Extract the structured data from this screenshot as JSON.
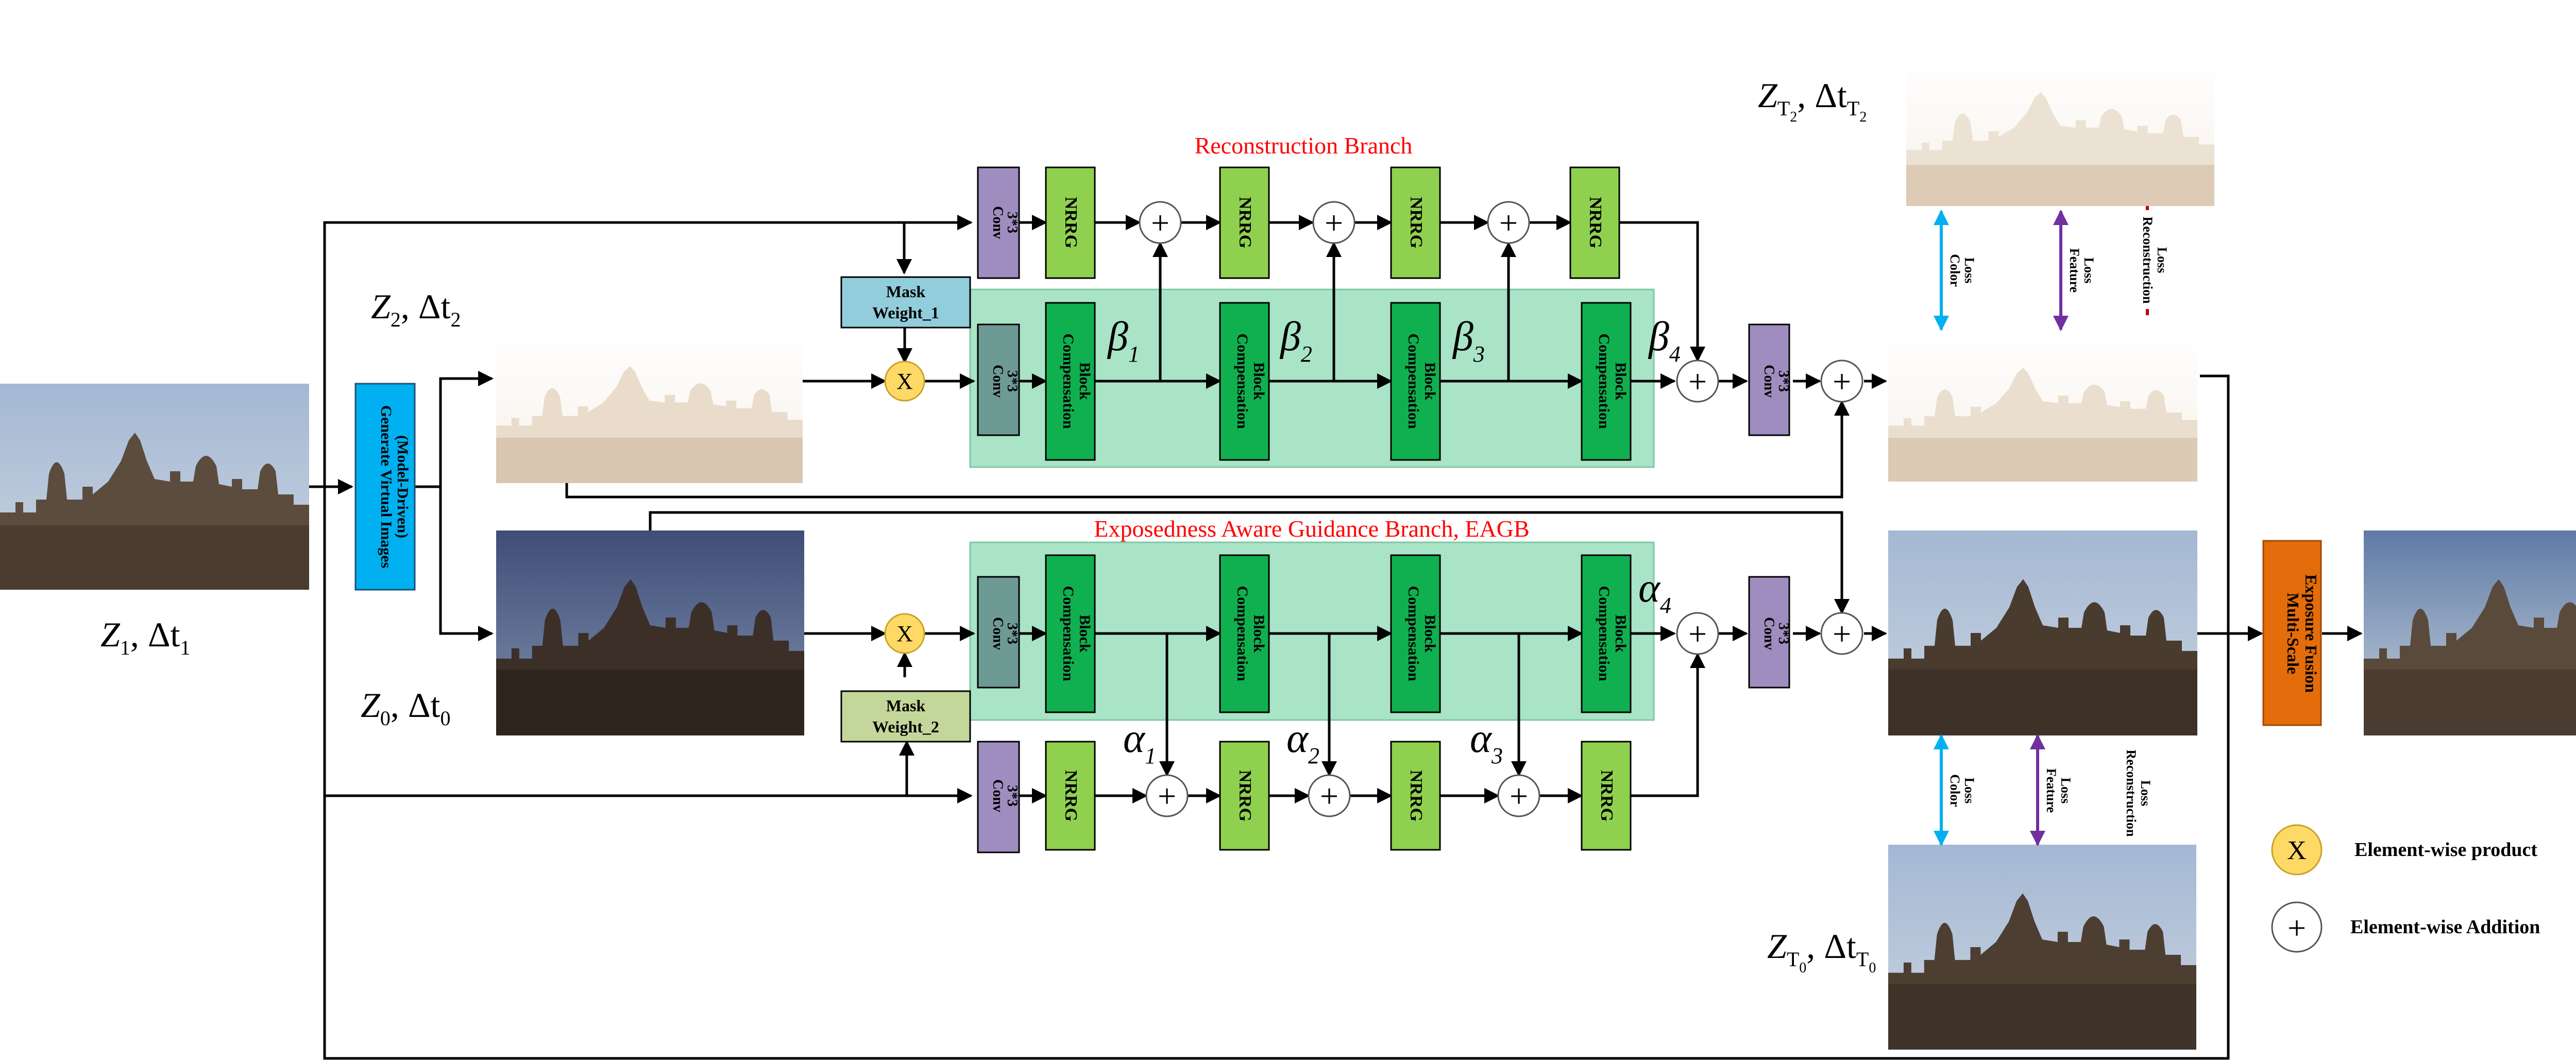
{
  "titles": {
    "reconstruction_branch": "Reconstruction Branch",
    "eagb_branch": "Exposedness Aware Guidance  Branch, EAGB"
  },
  "inputs": {
    "z1": {
      "main": "Z",
      "sub": "1",
      "mid": ", Δt",
      "sub2": "1"
    },
    "z2": {
      "main": "Z",
      "sub": "2",
      "mid": ", Δt",
      "sub2": "2"
    },
    "z0": {
      "main": "Z",
      "sub": "0",
      "mid": ", Δt",
      "sub2": "0"
    },
    "zt2": {
      "main": "Z",
      "sub": "T",
      "subsub": "2",
      "mid": ", Δt",
      "sub2": "T",
      "sub2sub": "2"
    },
    "zt0": {
      "main": "Z",
      "sub": "T",
      "subsub": "0",
      "mid": ", Δt",
      "sub2": "T",
      "sub2sub": "0"
    }
  },
  "blocks": {
    "generate": [
      "Generate Virtual Images",
      "(Model-Driven)"
    ],
    "mask1": [
      "Mask",
      "Weight_1"
    ],
    "mask2": [
      "Mask",
      "Weight_2"
    ],
    "conv": [
      "Conv",
      "3*3"
    ],
    "nrrg": "NRRG",
    "compensation": [
      "Compensation",
      "Block"
    ],
    "fusion": [
      "Multi-Scale",
      "Exposure Fusion"
    ]
  },
  "symbols": {
    "product": "X",
    "plus": "+",
    "beta": [
      "β",
      "1",
      "β",
      "2",
      "β",
      "3",
      "β",
      "4"
    ],
    "alpha": [
      "α",
      "1",
      "α",
      "2",
      "α",
      "3",
      "α",
      "4"
    ]
  },
  "losses": {
    "color": [
      "Color",
      "Loss"
    ],
    "feature": [
      "Feature",
      "Loss"
    ],
    "reconstruction": [
      "Reconstruction",
      "Loss"
    ]
  },
  "legend": {
    "product": "Element-wise product",
    "addition": "Element-wise Addition"
  },
  "colors": {
    "conv": "#a08dbf",
    "conv_teal": "#6e9a94",
    "nrrg": "#8fd14f",
    "compensation": "#10b050",
    "panel": "#a9e4c7",
    "mask1": "#92cddc",
    "mask2": "#c4d79b",
    "generate": "#00b0f0",
    "fusion": "#e46c0a",
    "product_circle": "#ffd966",
    "title_red": "#ff0000",
    "loss_color": "#00b0f0",
    "loss_feature": "#7030a0"
  }
}
